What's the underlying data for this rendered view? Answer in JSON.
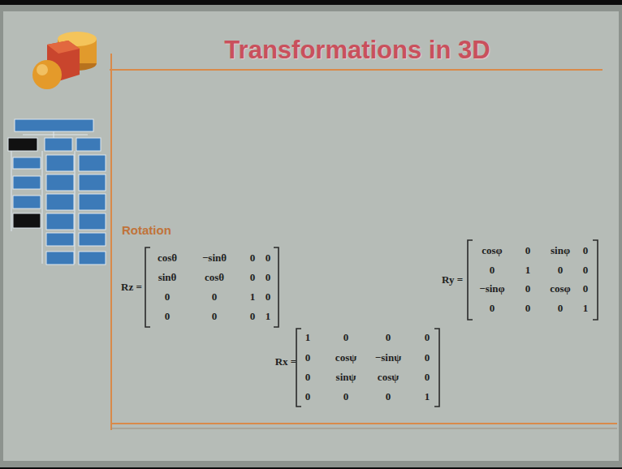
{
  "diagram": {
    "title": "Transformations in 3D",
    "labels": [
      "Rotation",
      "Rz =",
      "cosθ",
      "−sinθ",
      "0",
      "0",
      "sinθ",
      "cosθ",
      "0",
      "0",
      "0",
      "0",
      "1",
      "0",
      "0",
      "0",
      "0",
      "1",
      "Ry =",
      "cosφ",
      "0",
      "sinφ",
      "0",
      "0",
      "1",
      "0",
      "0",
      "−sinφ",
      "0",
      "cosφ",
      "0",
      "0",
      "0",
      "0",
      "1",
      "Rx =",
      "1",
      "0",
      "0",
      "0",
      "0",
      "cosψ",
      "−sinψ",
      "0",
      "0",
      "sinψ",
      "cosψ",
      "0",
      "0",
      "0",
      "0",
      "1"
    ]
  }
}
